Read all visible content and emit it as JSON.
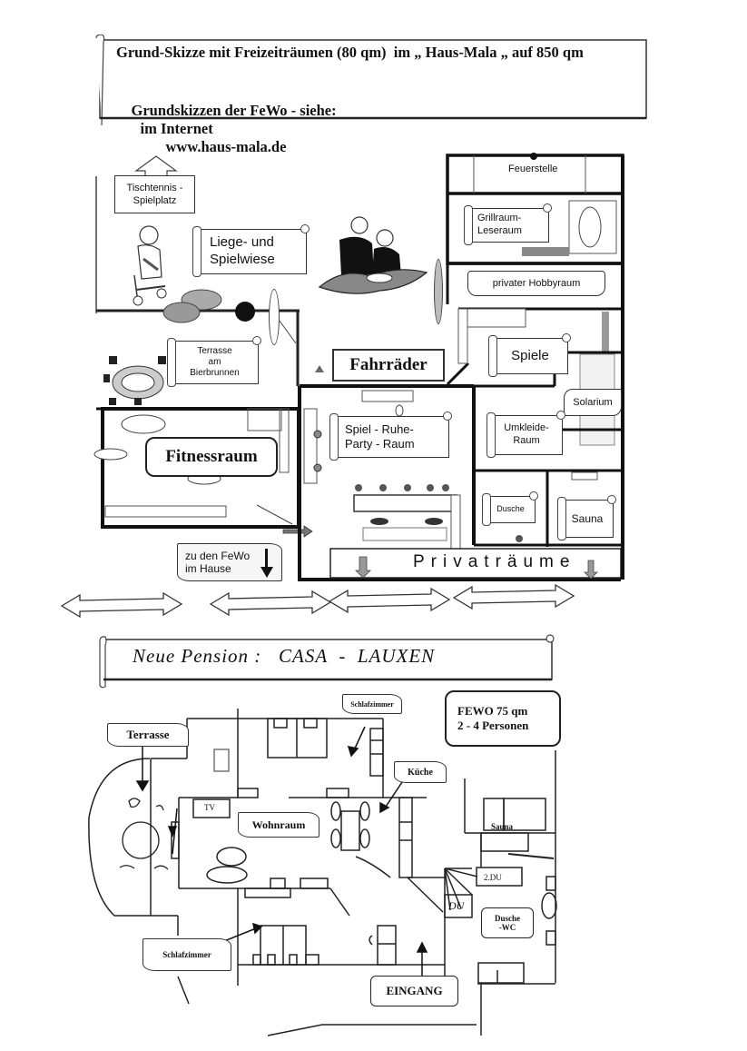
{
  "header": {
    "line1": "Grund-Skizze mit Freizeiträumen (80 qm)  im „ Haus-Mala „ auf 850 qm",
    "line2_prefix": "Grundskizzen der FeWo - siehe:",
    "line2_middle": "im Internet",
    "line2_url": "www.haus-mala.de"
  },
  "plan_upper": {
    "tischtennis": "Tischtennis -\nSpielplatz",
    "liegewiese": "Liege- und\nSpielwiese",
    "feuerstelle": "Feuerstelle",
    "grillraum": "Grillraum-\nLeseraum",
    "hobbyraum": "privater  Hobbyraum",
    "terrasse": "Terrasse\nam\nBierbrunnen",
    "fahrraeder": "Fahrräder",
    "spiele": "Spiele",
    "solarium": "Solarium",
    "spiel_ruhe": "Spiel -  Ruhe-\nParty - Raum",
    "umkleide": "Umkleide-\nRaum",
    "fitnessraum": "Fitnessraum",
    "dusche": "Dusche",
    "sauna": "Sauna",
    "zu_fewo": "zu den FeWo\nim Hause",
    "privatraeume": "Privaträume"
  },
  "banner": {
    "title": "Neue Pension :   CASA  -  LAUXEN"
  },
  "plan_lower": {
    "schlafzimmer_top": "Schlafzimmer",
    "terrasse": "Terrasse",
    "fewo_info_line1": "FEWO  75 qm",
    "fewo_info_line2": "2 - 4 Personen",
    "kueche": "Küche",
    "tv": "TV",
    "wohnraum": "Wohnraum",
    "sauna": "Sauna",
    "du_2": "2.DU",
    "du": "DU",
    "dusche_wc": "Dusche\n-WC",
    "schlafzimmer_bottom": "Schlafzimmer",
    "eingang": "EINGANG"
  },
  "colors": {
    "ink": "#111111",
    "paper": "#ffffff",
    "shade": "#9a9a9a"
  }
}
